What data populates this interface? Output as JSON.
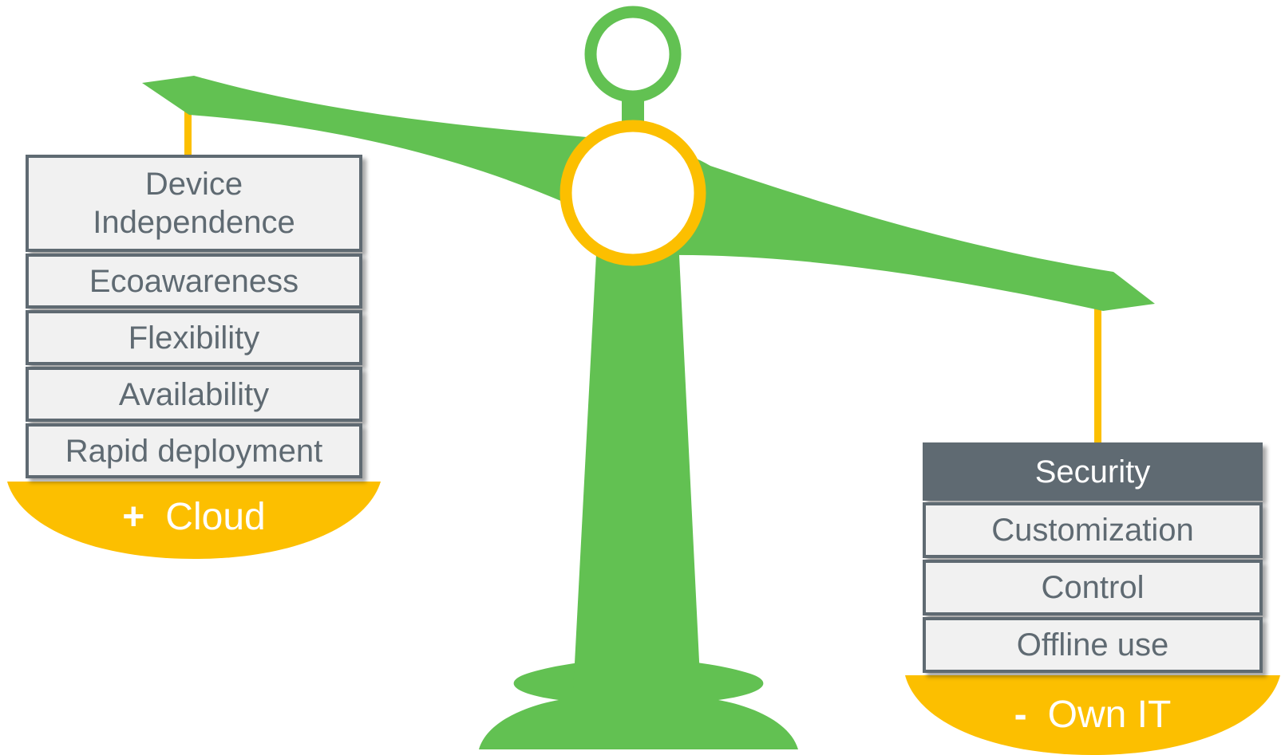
{
  "colors": {
    "beam_green": "#62c152",
    "gold": "#fcbf00",
    "box_gray": "#f1f1f1",
    "box_border": "#5f6a72",
    "text_gray": "#5f6a72",
    "highlight_box": "#5f6a72",
    "white": "#ffffff"
  },
  "left_side": {
    "items": [
      "Device Independence",
      "Ecoawareness",
      "Flexibility",
      "Availability",
      "Rapid deployment"
    ],
    "pan_sign": "+",
    "pan_label": "Cloud"
  },
  "right_side": {
    "items": [
      "Security",
      "Customization",
      "Control",
      "Offline use"
    ],
    "highlighted_item": "Security",
    "pan_sign": "-",
    "pan_label": "Own IT"
  }
}
